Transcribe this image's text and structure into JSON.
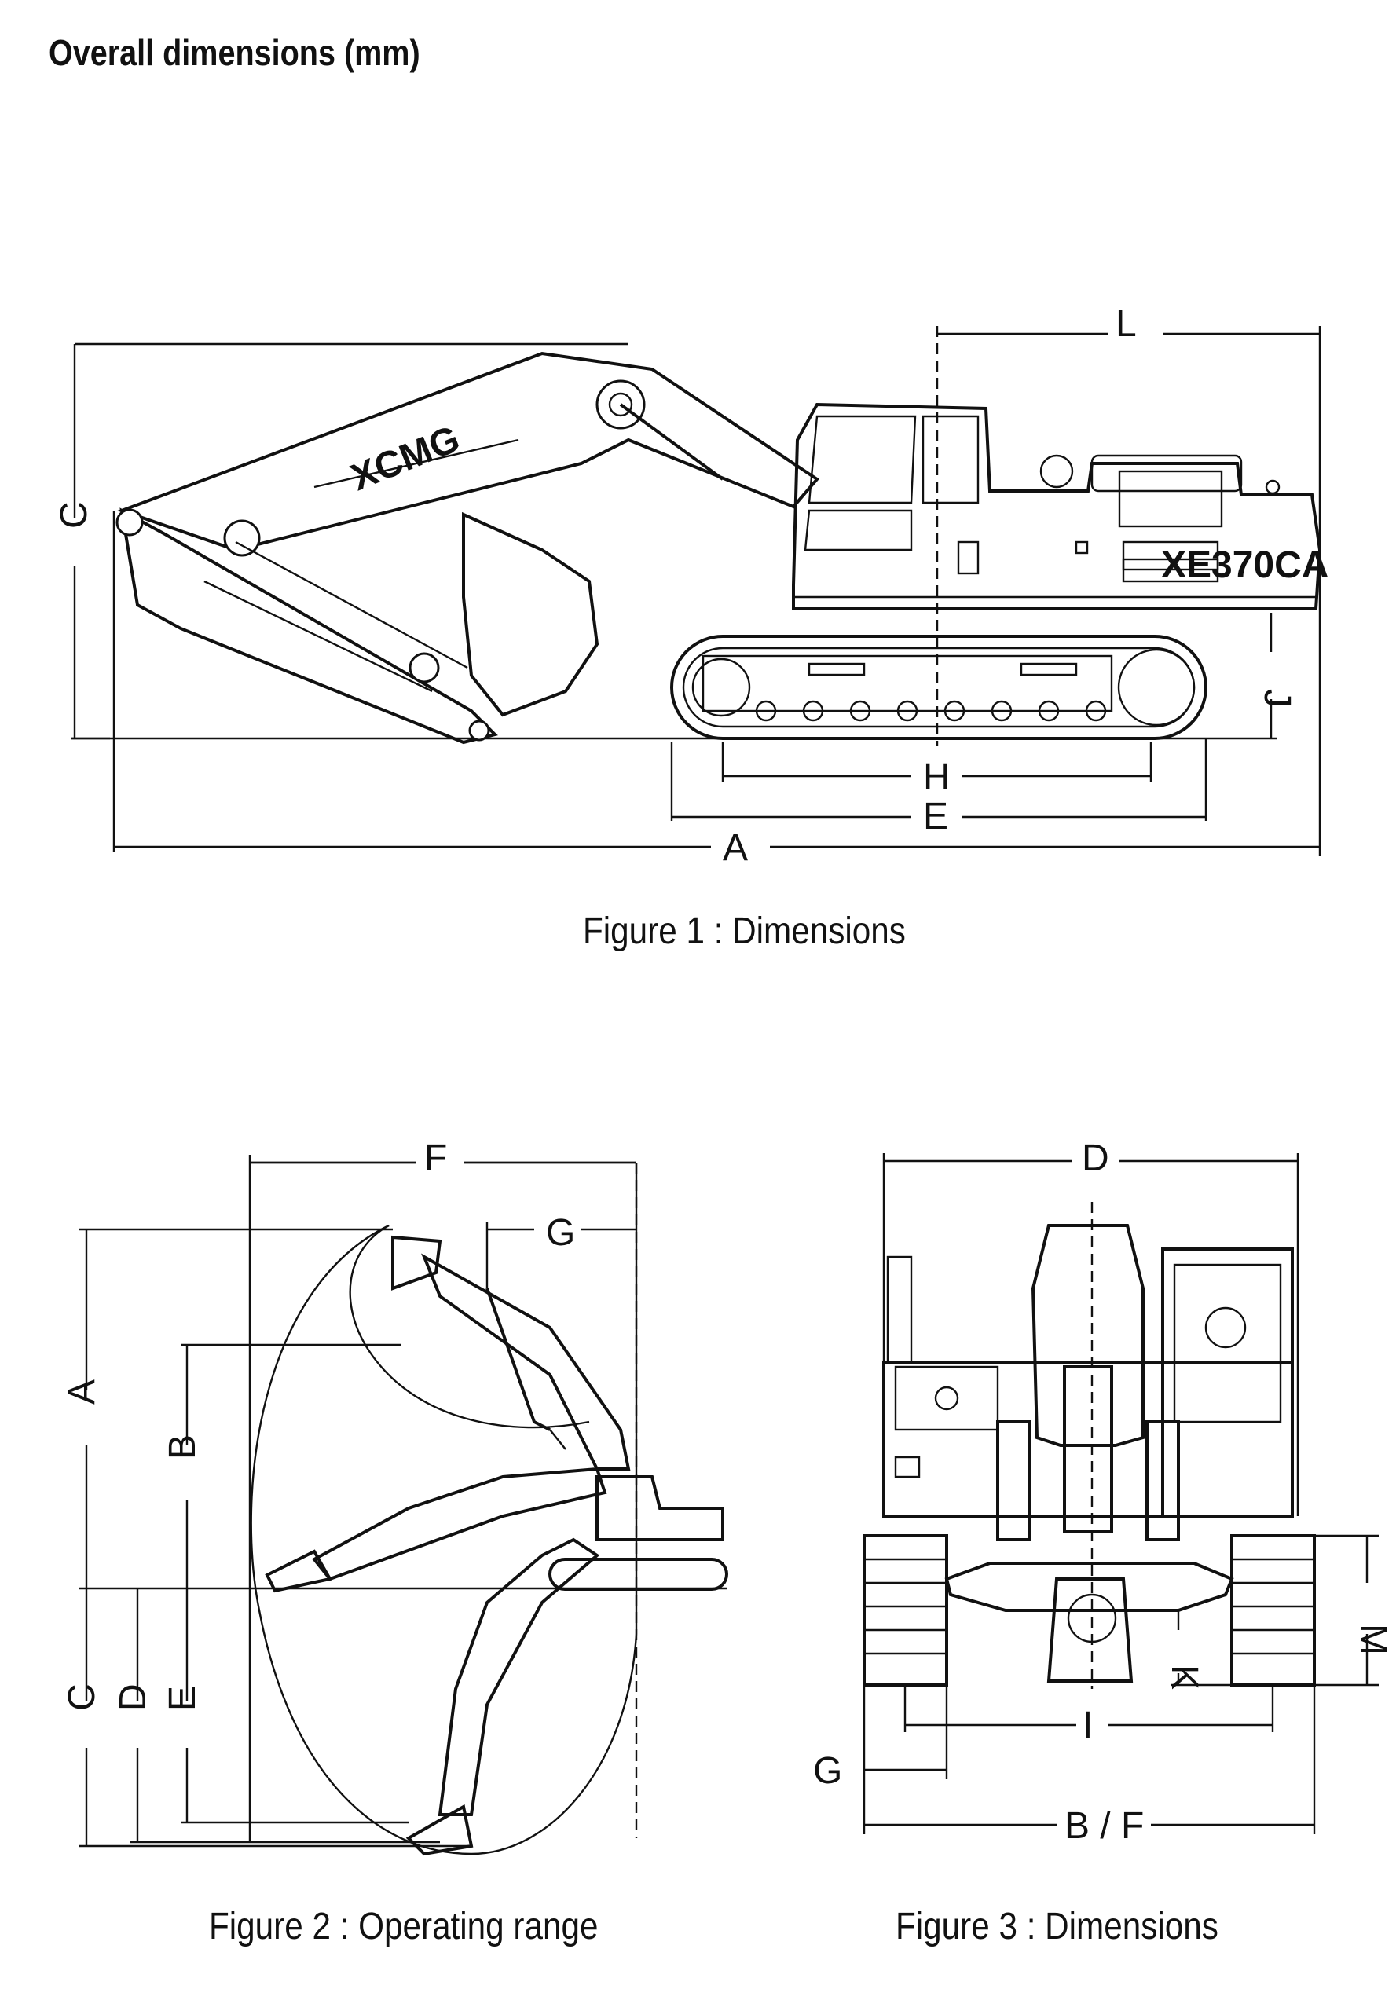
{
  "title": "Overall dimensions (mm)",
  "figures": [
    {
      "caption": "Figure 1 : Dimensions",
      "labels": {
        "L": "L",
        "C": "C",
        "J": "J",
        "H": "H",
        "E": "E",
        "A": "A"
      },
      "logo": "XCMG",
      "model_plate": "XE370CA"
    },
    {
      "caption": "Figure 2 : Operating range",
      "labels": {
        "F": "F",
        "G": "G",
        "A": "A",
        "B": "B",
        "C": "C",
        "D": "D",
        "E": "E"
      }
    },
    {
      "caption": "Figure 3 : Dimensions",
      "labels": {
        "D": "D",
        "M": "M",
        "K": "K",
        "I": "I",
        "G": "G",
        "BF": "B / F"
      }
    }
  ]
}
